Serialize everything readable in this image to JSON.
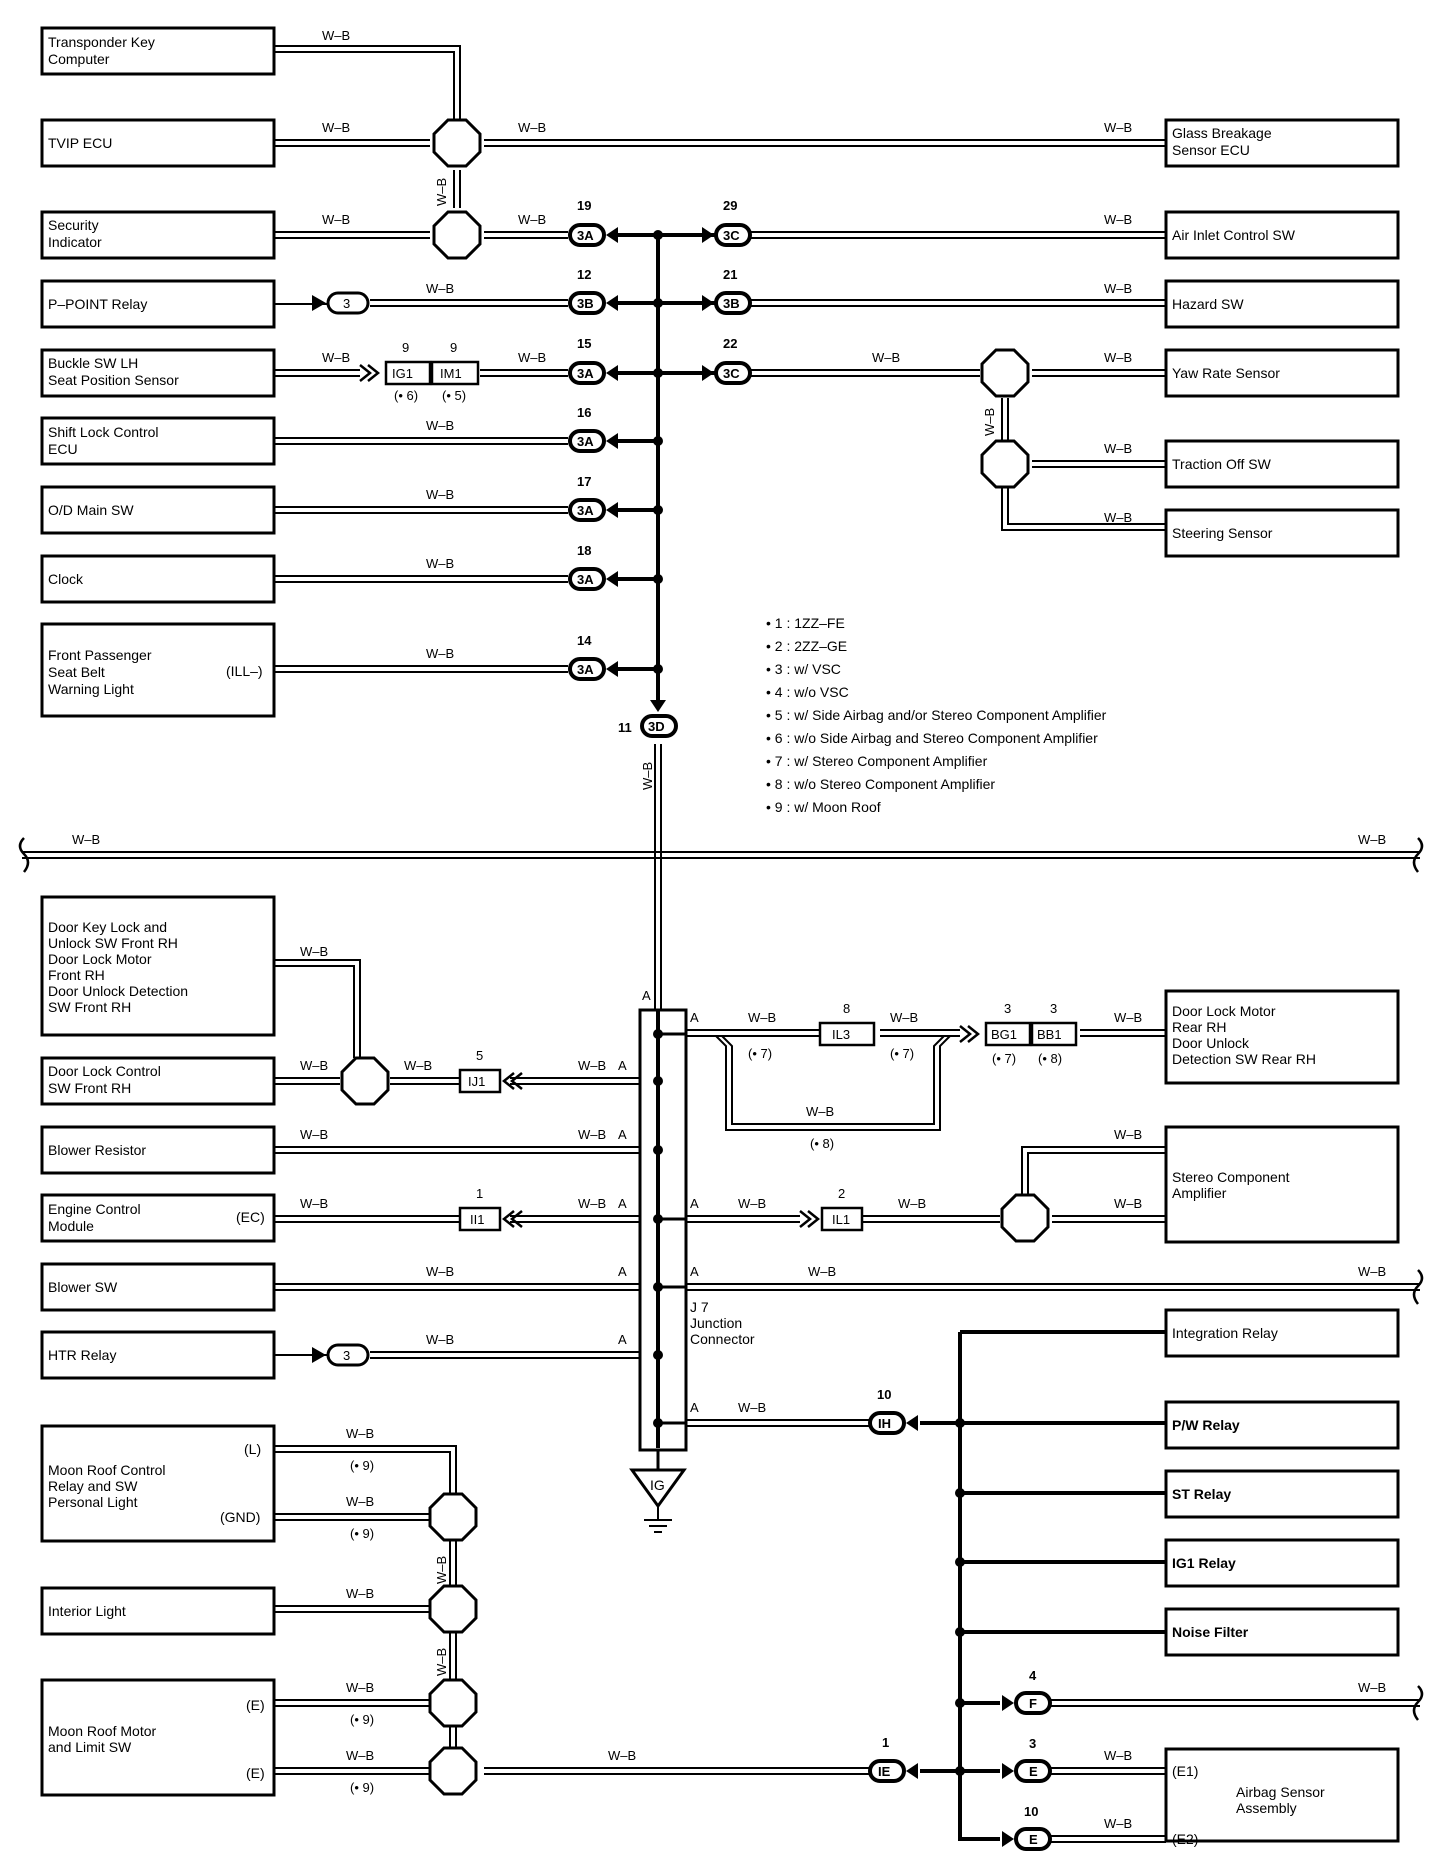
{
  "wire_label": "W–B",
  "components": {
    "transponder": [
      "Transponder Key",
      "Computer"
    ],
    "tvip": [
      "TVIP ECU"
    ],
    "security": [
      "Security",
      "Indicator"
    ],
    "ppoint": [
      "P–POINT Relay"
    ],
    "buckle": [
      "Buckle SW LH",
      "Seat Position Sensor"
    ],
    "shiftlock": [
      "Shift Lock Control",
      "ECU"
    ],
    "odmain": [
      "O/D Main SW"
    ],
    "clock": [
      "Clock"
    ],
    "frontpass": [
      "Front Passenger",
      "Seat Belt",
      "Warning Light"
    ],
    "frontpass_pin": "(ILL–)",
    "doorkey": [
      "Door Key Lock and",
      "Unlock SW Front RH",
      "Door Lock Motor",
      "Front RH",
      "Door Unlock Detection",
      "SW Front RH"
    ],
    "doorlockctrl": [
      "Door Lock Control",
      "SW Front RH"
    ],
    "blowerres": [
      "Blower Resistor"
    ],
    "ecm": [
      "Engine Control",
      "Module"
    ],
    "ecm_pin": "(EC)",
    "blowersw": [
      "Blower SW"
    ],
    "htr": [
      "HTR Relay"
    ],
    "moonctrl": [
      "Moon Roof Control",
      "Relay and SW",
      "Personal Light"
    ],
    "moonctrl_pin_l": "(L)",
    "moonctrl_pin_gnd": "(GND)",
    "interior": [
      "Interior Light"
    ],
    "moonmotor": [
      "Moon Roof Motor",
      "and Limit SW"
    ],
    "moonmotor_pin": "(E)",
    "glass": [
      "Glass Breakage",
      "Sensor ECU"
    ],
    "airinlet": [
      "Air Inlet Control SW"
    ],
    "hazard": [
      "Hazard SW"
    ],
    "yaw": [
      "Yaw Rate Sensor"
    ],
    "traction": [
      "Traction Off SW"
    ],
    "steering": [
      "Steering Sensor"
    ],
    "doorlockrear": [
      "Door Lock Motor",
      "Rear RH",
      "Door Unlock",
      "Detection SW Rear RH"
    ],
    "stereo": [
      "Stereo Component",
      "Amplifier"
    ],
    "integration": [
      "Integration Relay"
    ],
    "pw": [
      "P/W Relay"
    ],
    "st": [
      "ST Relay"
    ],
    "ig1": [
      "IG1 Relay"
    ],
    "noise": [
      "Noise Filter"
    ],
    "airbag": [
      "Airbag Sensor",
      "Assembly"
    ],
    "airbag_pin_e1": "(E1)",
    "airbag_pin_e2": "(E2)"
  },
  "junction": [
    "J 7",
    "Junction",
    "Connector"
  ],
  "junction_pin": "A",
  "ground_label": "IG",
  "notes": [
    "• 1 : 1ZZ–FE",
    "• 2 : 2ZZ–GE",
    "• 3 : w/ VSC",
    "• 4 : w/o VSC",
    "• 5 : w/ Side Airbag and/or Stereo Component Amplifier",
    "• 6 : w/o Side Airbag and Stereo Component Amplifier",
    "• 7 : w/ Stereo Component Amplifier",
    "• 8 : w/o Stereo Component Amplifier",
    "• 9 : w/ Moon Roof"
  ],
  "connector_pins": {
    "p19": "19",
    "p29": "29",
    "p12": "12",
    "p21": "21",
    "p15": "15",
    "p22": "22",
    "p16": "16",
    "p17": "17",
    "p18": "18",
    "p14": "14",
    "p11": "11",
    "p10": "10",
    "p4": "4",
    "p3": "3",
    "p10b": "10",
    "p1": "1"
  },
  "connector_codes": {
    "c3a": "3A",
    "c3b": "3B",
    "c3c": "3C",
    "c3d": "3D",
    "ih": "IH",
    "ie": "IE",
    "f": "F",
    "e": "E"
  },
  "plugs": {
    "ig1": "IG1",
    "im1": "IM1",
    "ij1": "IJ1",
    "ii1": "II1",
    "il3": "IL3",
    "il1": "IL1",
    "bg1": "BG1",
    "bb1": "BB1"
  },
  "plug_pins": {
    "ig1": "9",
    "im1": "9",
    "ij1": "5",
    "ii1": "1",
    "il3": "8",
    "il1": "2",
    "bg1": "3",
    "bb1": "3"
  },
  "variant_marks": {
    "m5": "(• 5)",
    "m6": "(• 6)",
    "m7": "(• 7)",
    "m8": "(• 8)",
    "m9": "(• 9)"
  },
  "relay_plug_pin": "3"
}
